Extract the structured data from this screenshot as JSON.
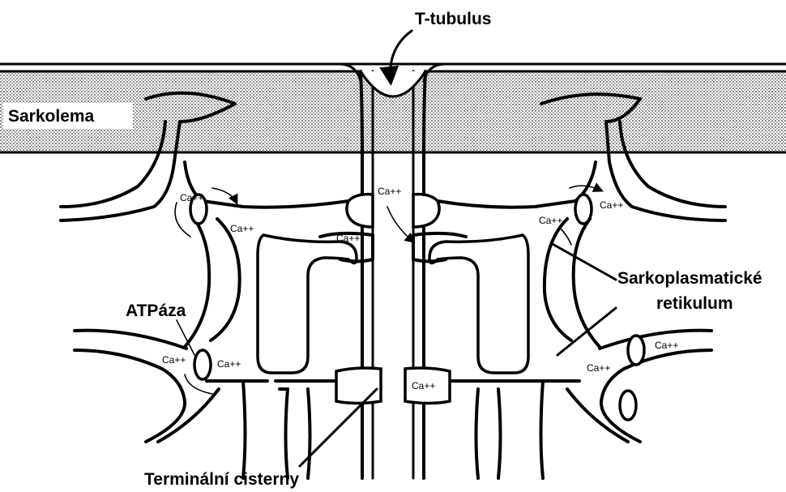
{
  "labels": {
    "t_tubulus": "T-tubulus",
    "sarkolema": "Sarkolema",
    "sarkoplasmaticke": "Sarkoplasmatické",
    "retikulum": "retikulum",
    "atpaza": "ATPáza",
    "terminalni_cisterny": "Terminální cisterny"
  },
  "ion": "Ca++",
  "colors": {
    "line": "#000000",
    "background": "#ffffff",
    "membrane_pattern": "#9a9a9a"
  }
}
